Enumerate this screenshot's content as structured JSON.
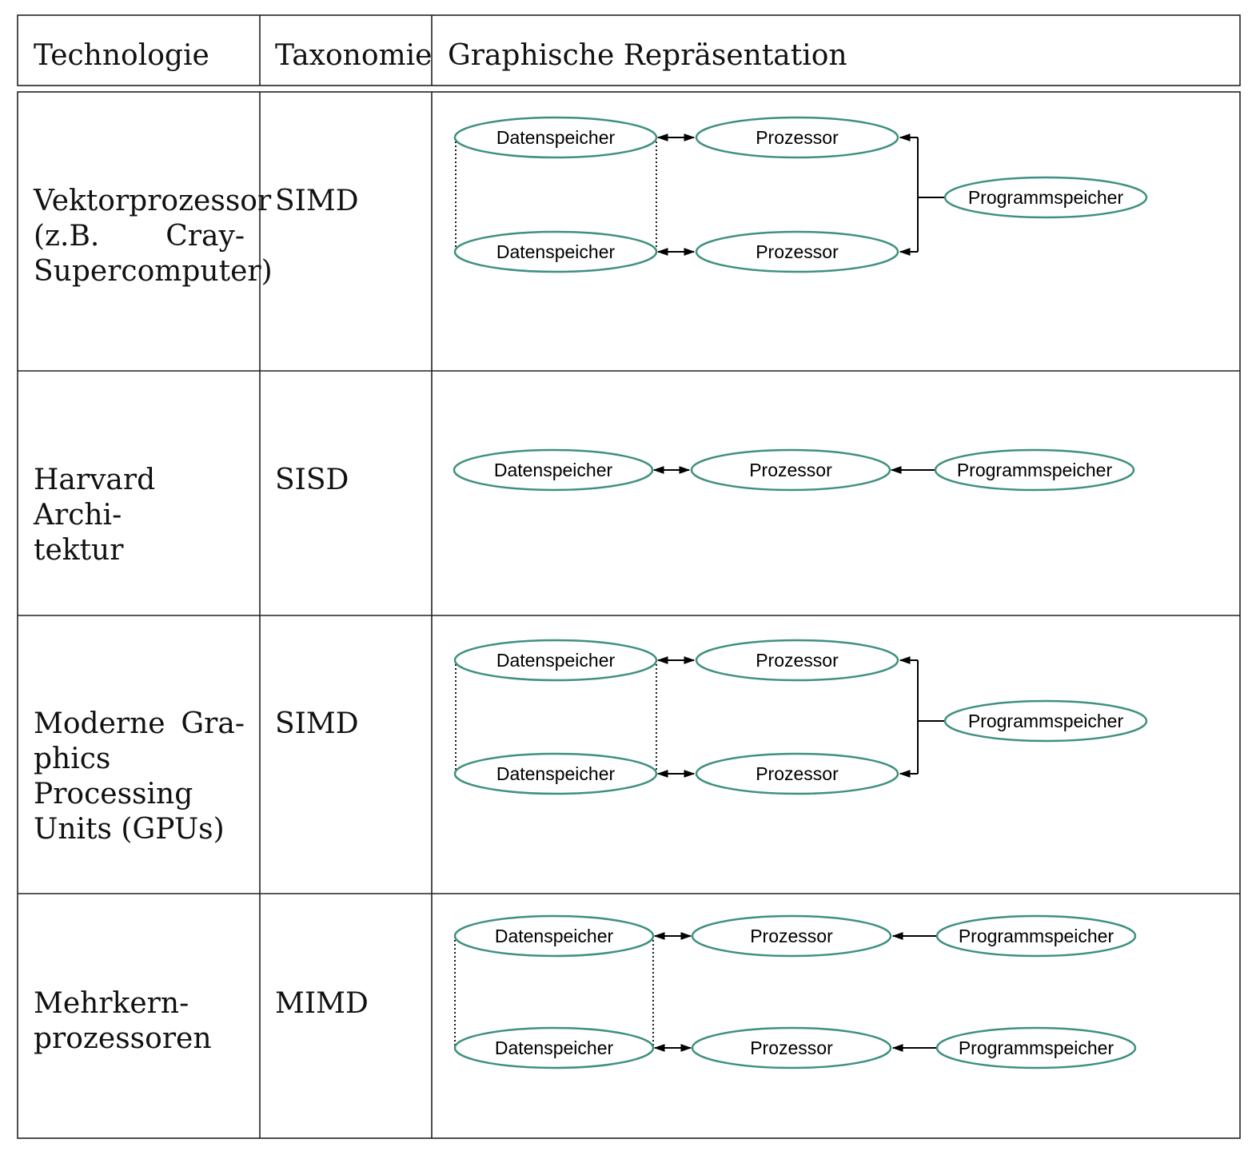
{
  "header": {
    "col1": "Technologie",
    "col2": "Taxonomie",
    "col3": "Graphische Repräsentation"
  },
  "rows": [
    {
      "technology_lines": [
        "Vektorprozessor",
        "(z.B. Cray-",
        "Supercomputer)"
      ],
      "taxonomy": "SIMD",
      "diagram": {
        "data_memory": [
          "Datenspeicher",
          "Datenspeicher"
        ],
        "processor": [
          "Prozessor",
          "Prozessor"
        ],
        "program_memory": [
          "Programmspeicher"
        ]
      }
    },
    {
      "technology_lines": [
        "Harvard Archi-",
        "tektur"
      ],
      "taxonomy": "SISD",
      "diagram": {
        "data_memory": [
          "Datenspeicher"
        ],
        "processor": [
          "Prozessor"
        ],
        "program_memory": [
          "Programmspeicher"
        ]
      }
    },
    {
      "technology_lines": [
        "Moderne Gra-",
        "phics Processing",
        "Units (GPUs)"
      ],
      "taxonomy": "SIMD",
      "diagram": {
        "data_memory": [
          "Datenspeicher",
          "Datenspeicher"
        ],
        "processor": [
          "Prozessor",
          "Prozessor"
        ],
        "program_memory": [
          "Programmspeicher"
        ]
      }
    },
    {
      "technology_lines": [
        "Mehrkern-",
        "prozessoren"
      ],
      "taxonomy": "MIMD",
      "diagram": {
        "data_memory": [
          "Datenspeicher",
          "Datenspeicher"
        ],
        "processor": [
          "Prozessor",
          "Prozessor"
        ],
        "program_memory": [
          "Programmspeicher",
          "Programmspeicher"
        ]
      }
    }
  ],
  "colors": {
    "ellipse_stroke": "#3f9080",
    "grid": "#222222",
    "arrow": "#000000"
  }
}
